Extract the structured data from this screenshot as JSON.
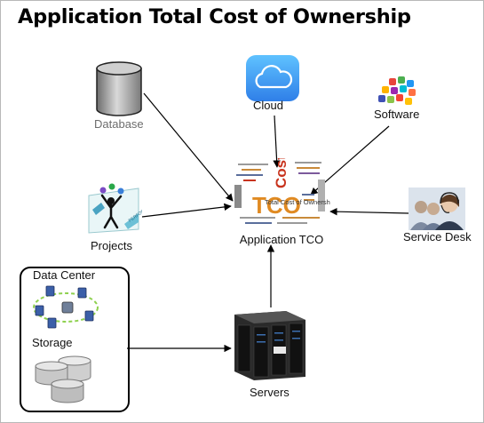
{
  "title": "Application Total Cost of Ownership",
  "nodes": {
    "database": "Database",
    "cloud": "Cloud",
    "software": "Software",
    "projects": "Projects",
    "tco": "Application TCO",
    "service_desk": "Service Desk",
    "data_center": "Data Center",
    "storage": "Storage",
    "servers": "Servers"
  },
  "word_cloud": {
    "big_word": "TCO",
    "banner": "Total Cost of Ownership",
    "side_word": "Cost"
  },
  "projects_sign": "PERFORMANCE",
  "colors": {
    "arrow": "#000000",
    "cloud_tile": "#3a9df5",
    "tco_red": "#c8341e",
    "tco_orange": "#e08a22"
  },
  "icons": [
    "database-icon",
    "cloud-icon",
    "software-icon",
    "projects-icon",
    "tco-word-cloud-icon",
    "service-desk-icon",
    "data-center-icon",
    "storage-icon",
    "servers-icon"
  ]
}
